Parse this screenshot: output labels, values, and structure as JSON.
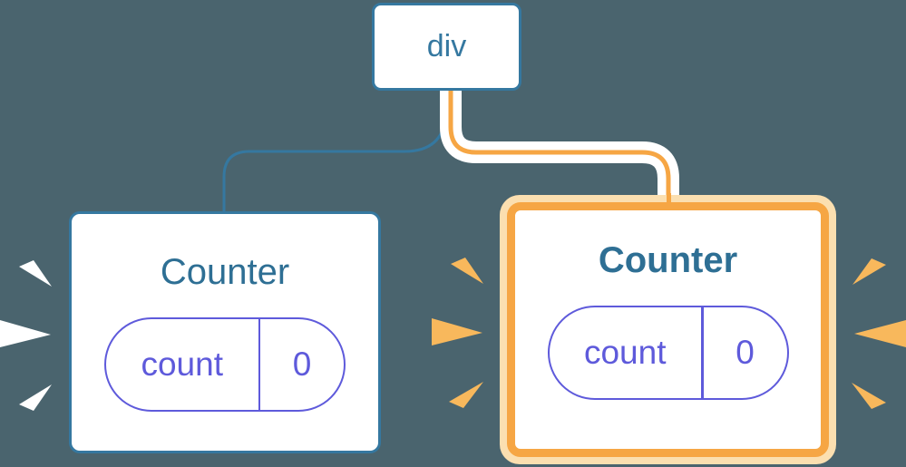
{
  "diagram": {
    "root": {
      "label": "div"
    },
    "children": [
      {
        "label": "Counter",
        "highlighted": false,
        "state": {
          "key": "count",
          "value": "0"
        }
      },
      {
        "label": "Counter",
        "highlighted": true,
        "state": {
          "key": "count",
          "value": "0"
        }
      }
    ]
  },
  "colors": {
    "background": "#4A646E",
    "blue": "#3578A0",
    "blue_dark": "#2E6F94",
    "indigo": "#5E5ADB",
    "orange": "#F6A644",
    "halo": "#FBDFB0",
    "spark": "#F8B85C",
    "card": "#FFFFFF"
  }
}
